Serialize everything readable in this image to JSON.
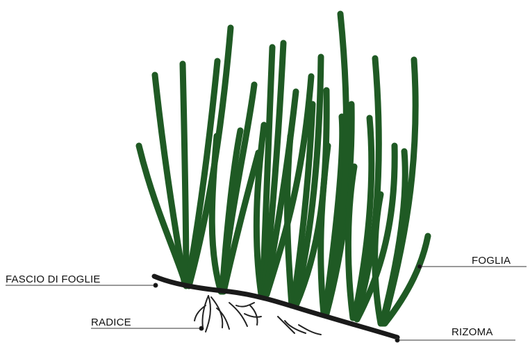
{
  "colors": {
    "leaf": "#1f5a24",
    "rhizome": "#1a1a1a",
    "root": "#222222",
    "leader": "#333333",
    "background": "#ffffff"
  },
  "labels": {
    "leaf_bundle": "FASCIO DI FOGLIE",
    "root": "RADICE",
    "leaf": "FOGLIA",
    "rhizome": "RIZOMA"
  }
}
